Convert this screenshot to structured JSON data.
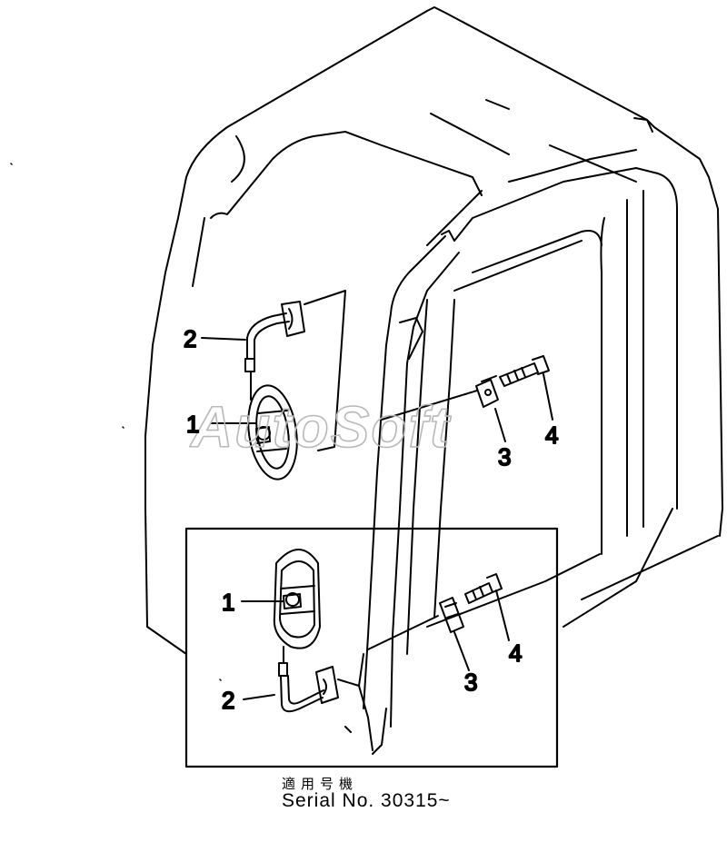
{
  "watermark": "AutoSoft",
  "main_view": {
    "callouts": [
      "1",
      "2",
      "3",
      "4"
    ]
  },
  "inset_view": {
    "callouts": [
      "1",
      "2",
      "3",
      "4"
    ]
  },
  "caption": {
    "applicable_serials_jp": "適用号機",
    "serial": "Serial No. 30315~"
  }
}
